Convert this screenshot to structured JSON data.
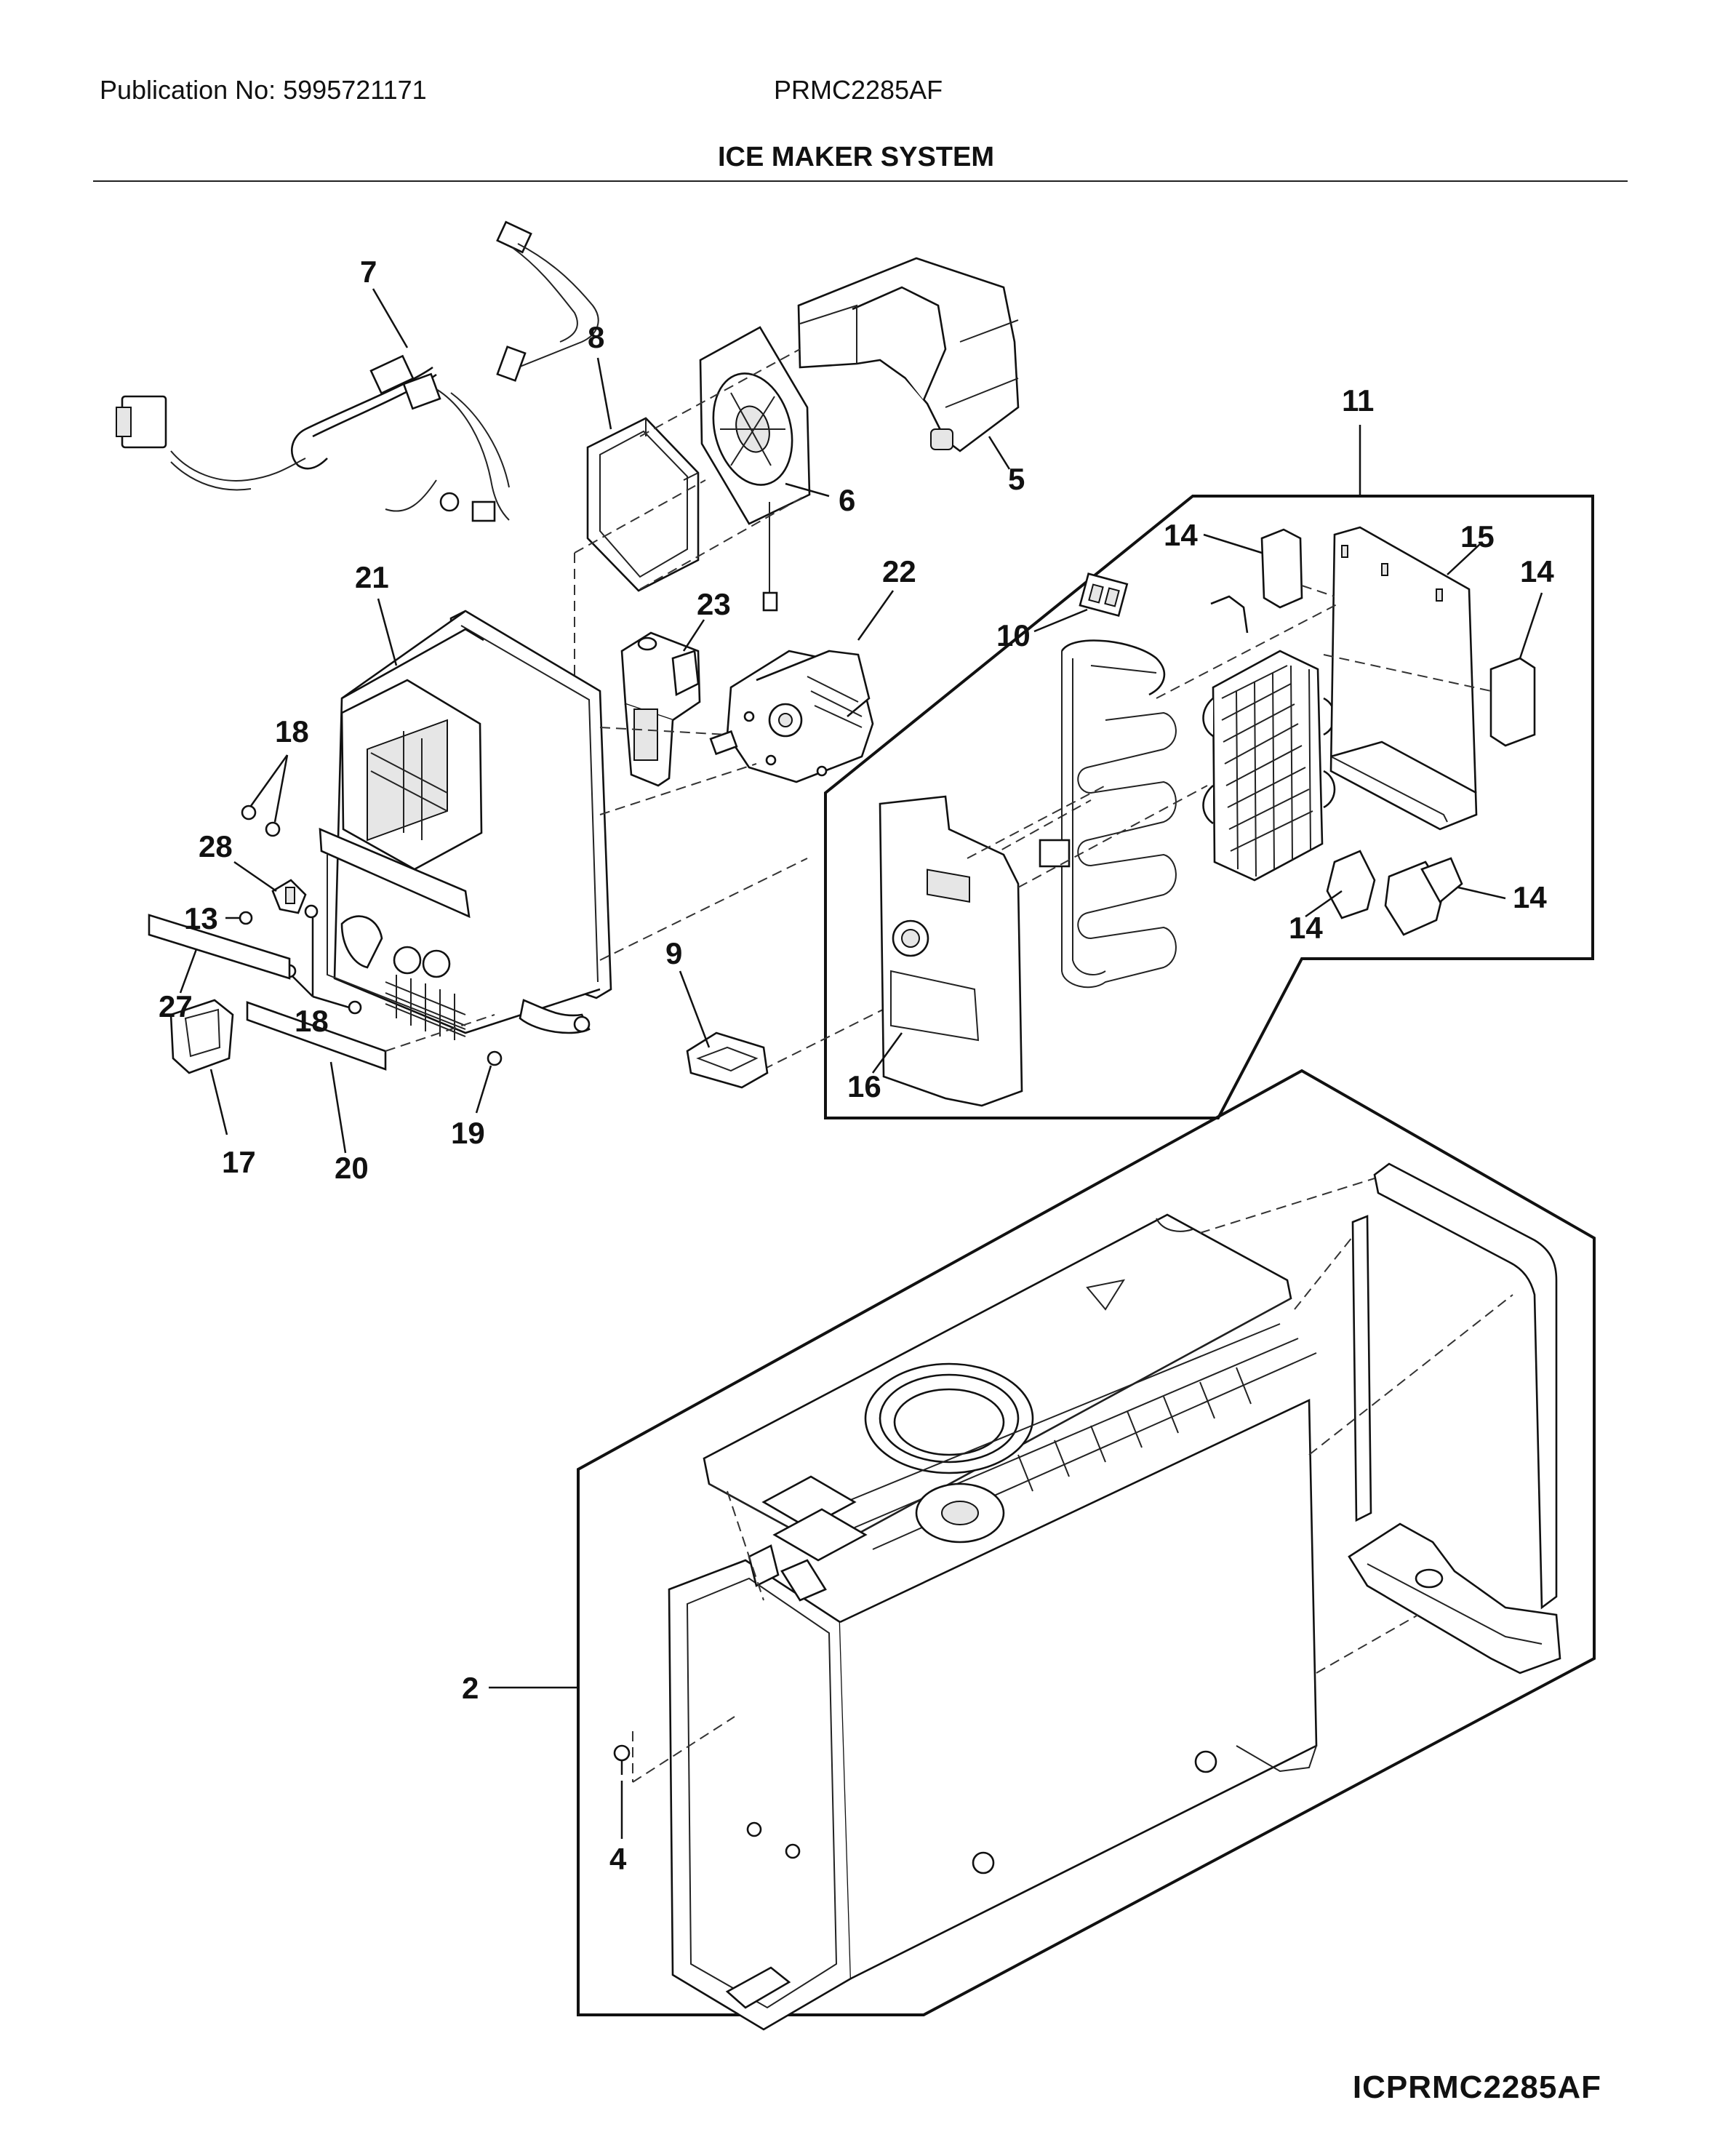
{
  "header": {
    "publication": "Publication No: 5995721171",
    "model": "PRMC2285AF",
    "title": "ICE MAKER SYSTEM"
  },
  "footer": {
    "diagram_code": "ICPRMC2285AF"
  },
  "callouts": {
    "c2": "2",
    "c4": "4",
    "c5": "5",
    "c6": "6",
    "c7": "7",
    "c8": "8",
    "c9": "9",
    "c10": "10",
    "c11": "11",
    "c13": "13",
    "c14a": "14",
    "c14b": "14",
    "c14c": "14",
    "c14d": "14",
    "c15": "15",
    "c16": "16",
    "c17": "17",
    "c18a": "18",
    "c18b": "18",
    "c19": "19",
    "c20": "20",
    "c21": "21",
    "c22": "22",
    "c23": "23",
    "c27": "27",
    "c28": "28"
  }
}
